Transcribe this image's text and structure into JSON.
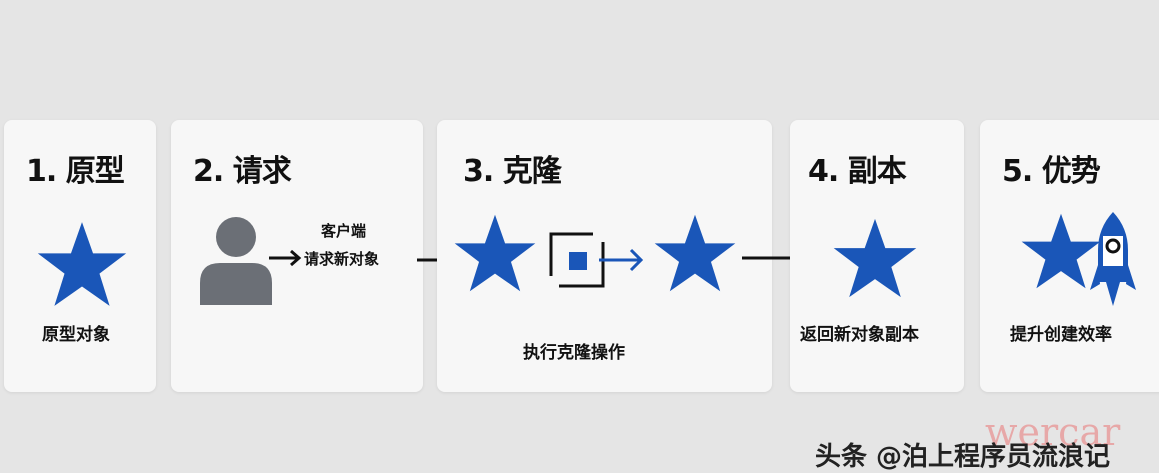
{
  "steps": [
    {
      "title": "1. 原型",
      "label": "原型对象"
    },
    {
      "title": "2. 请求",
      "label": "客户端",
      "label2": "请求新对象"
    },
    {
      "title": "3. 克隆",
      "label": "执行克隆操作"
    },
    {
      "title": "4. 副本",
      "label": "返回新对象副本"
    },
    {
      "title": "5. 优势",
      "label": "提升创建效率"
    }
  ],
  "colors": {
    "star": "#1a56b8",
    "background": "#e5e5e5",
    "card": "#f7f7f7"
  },
  "watermark": {
    "text": "头条 @泊上程序员流浪记",
    "overlay": "wercar"
  }
}
